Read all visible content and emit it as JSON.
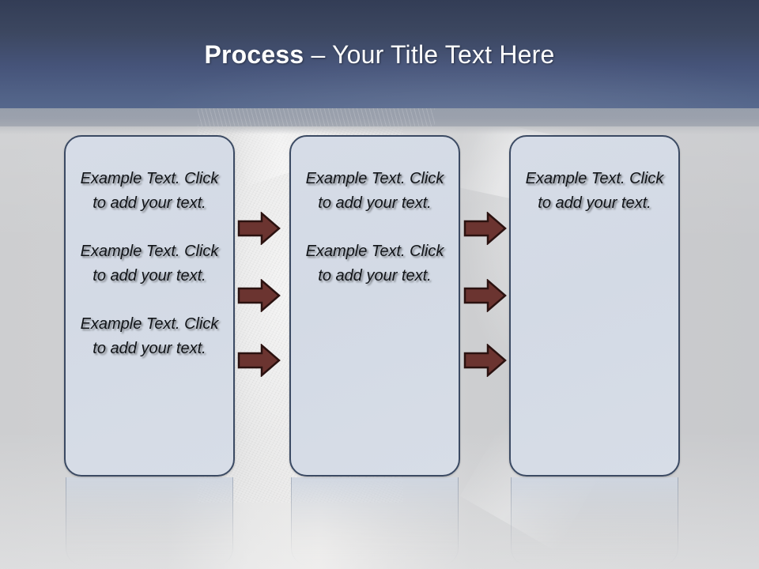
{
  "slide": {
    "title": {
      "bold_part": "Process",
      "rest_part": " – Your Title Text Here"
    },
    "colors": {
      "title_bar_top": "#333d56",
      "title_bar_bottom": "#55678c",
      "gray_band": "#9ba1ad",
      "box_fill": "#d3dae5",
      "box_border": "#3b4a63",
      "arrow_fill": "#6b3430",
      "arrow_outline": "#2b1210",
      "body_background": "#cdced0",
      "text_color": "#111418"
    },
    "boxes": [
      {
        "name": "process-box-1",
        "paragraphs": [
          "Example Text. Click  to add your text.",
          "Example Text. Click  to add your text.",
          "Example Text. Click  to add your text."
        ]
      },
      {
        "name": "process-box-2",
        "paragraphs": [
          "Example Text. Click  to add your text.",
          "Example Text. Click  to add your text."
        ]
      },
      {
        "name": "process-box-3",
        "paragraphs": [
          "Example Text. Click  to add your text."
        ]
      }
    ],
    "arrow_groups": [
      {
        "name": "arrow-group-1",
        "arrows": [
          "right-arrow-icon",
          "right-arrow-icon",
          "right-arrow-icon"
        ]
      },
      {
        "name": "arrow-group-2",
        "arrows": [
          "right-arrow-icon",
          "right-arrow-icon",
          "right-arrow-icon"
        ]
      }
    ]
  }
}
